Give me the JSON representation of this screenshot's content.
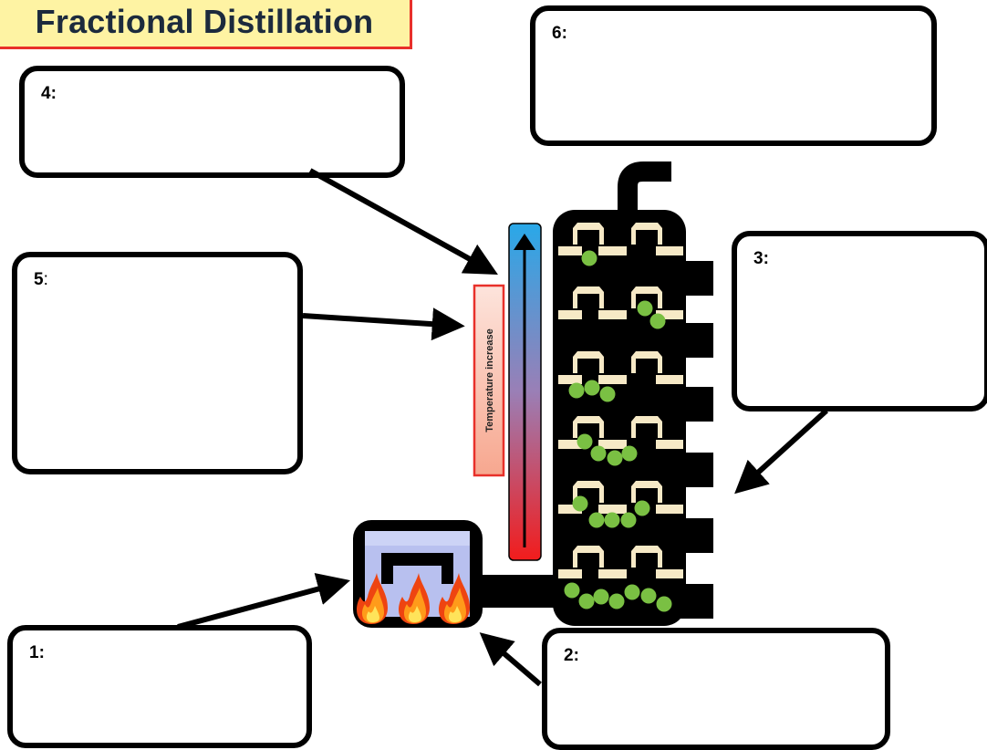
{
  "title": "Fractional Distillation",
  "temperature_label": "Temperature increase",
  "boxes": {
    "box1": "1:",
    "box2": "2:",
    "box3": "3:",
    "box4": "4:",
    "box5_num": "5",
    "box5_colon": ":",
    "box6": "6:"
  },
  "colors": {
    "title_bg": "#fef3a3",
    "title_border": "#e8302a",
    "title_text": "#1c2a3d",
    "gradient_top": "#29a8e8",
    "gradient_bottom": "#f21c1c",
    "molecule": "#7ac043",
    "tray": "#f6e9c6"
  }
}
